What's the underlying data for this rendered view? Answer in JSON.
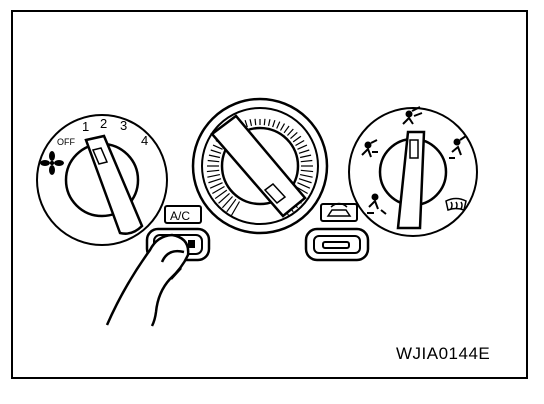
{
  "fan_dial": {
    "off_label": "OFF",
    "speeds": [
      "1",
      "2",
      "3",
      "4"
    ]
  },
  "ac_button": {
    "label": "A/C"
  },
  "recirc_button": {
    "label": ""
  },
  "figure_code": "WJIA0144E",
  "icons": {
    "fan": "fan-icon",
    "recirc": "recirculation-car-icon",
    "face": "face-vent-icon",
    "bilevel": "bi-level-vent-icon",
    "foot": "foot-vent-icon",
    "foot_defrost": "foot-defrost-icon",
    "defrost": "windshield-defrost-icon"
  },
  "colors": {
    "ink": "#000000",
    "paper": "#ffffff"
  }
}
